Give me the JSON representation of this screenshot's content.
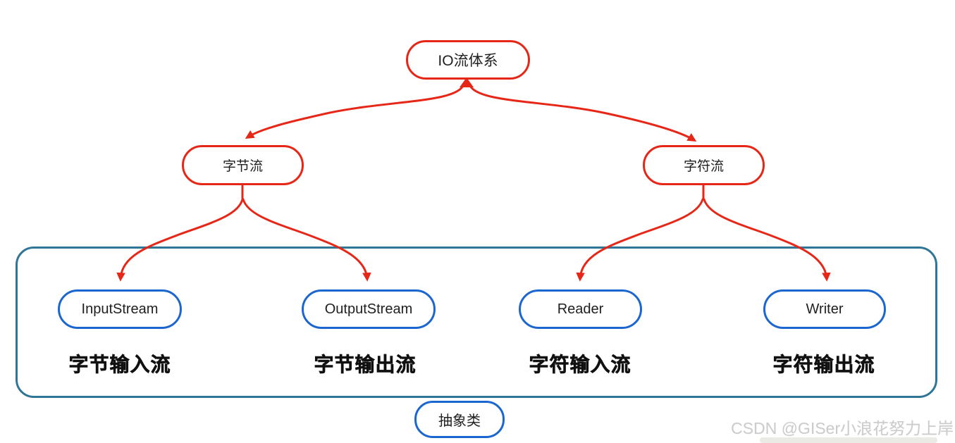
{
  "diagram": {
    "root_label": "IO流体系",
    "branches": [
      {
        "label": "字节流"
      },
      {
        "label": "字符流"
      }
    ],
    "classes": [
      {
        "name": "InputStream",
        "caption": "字节输入流"
      },
      {
        "name": "OutputStream",
        "caption": "字节输出流"
      },
      {
        "name": "Reader",
        "caption": "字符输入流"
      },
      {
        "name": "Writer",
        "caption": "字符输出流"
      }
    ],
    "abstract_label": "抽象类"
  },
  "watermark": {
    "text": "CSDN @GISer小浪花努力上岸"
  },
  "colors": {
    "arrow_red": "#e62718",
    "node_border_blue": "#1b66cf",
    "container_border_blue": "#2f7596",
    "node_text": "#1f1f1f",
    "caption_text": "#111111",
    "watermark_gray": "#cccccc"
  }
}
